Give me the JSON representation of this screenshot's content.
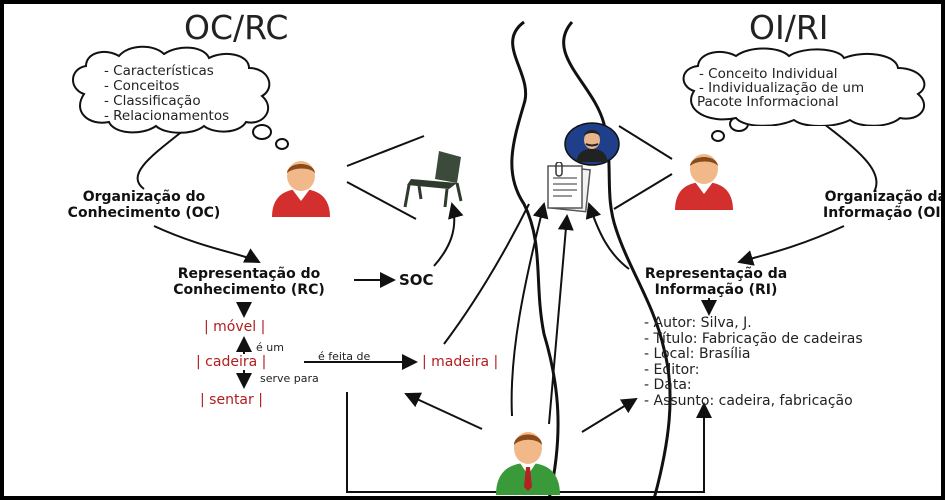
{
  "titles": {
    "left": "OC/RC",
    "right": "OI/RI"
  },
  "left_cloud": [
    "- Características",
    "- Conceitos",
    "- Classificação",
    "- Relacionamentos"
  ],
  "right_cloud": [
    "- Conceito Individual",
    "- Individualização de um",
    "Pacote Informacional"
  ],
  "labels": {
    "oc_line1": "Organização do",
    "oc_line2": "Conhecimento (OC)",
    "oi_line1": "Organização da",
    "oi_line2": "Informação (OI)",
    "rc_line1": "Representação do",
    "rc_line2": "Conhecimento (RC)",
    "ri_line1": "Representação da",
    "ri_line2": "Informação (RI)",
    "soc": "SOC"
  },
  "concepts": {
    "movel": "| móvel |",
    "cadeira": "| cadeira |",
    "sentar": "| sentar |",
    "madeira": "| madeira |",
    "e_um": "é um",
    "e_feita_de": "é feita de",
    "serve_para": "serve para"
  },
  "record": [
    "- Autor: Silva, J.",
    "- Título: Fabricação de cadeiras",
    "- Local: Brasília",
    "- Editor:",
    "- Data:",
    "- Assunto: cadeira, fabricação"
  ],
  "colors": {
    "red_concept": "#b21d1d",
    "shirt_red": "#d42f2f",
    "shirt_green": "#3a9a3a",
    "skin": "#f1b98a"
  }
}
